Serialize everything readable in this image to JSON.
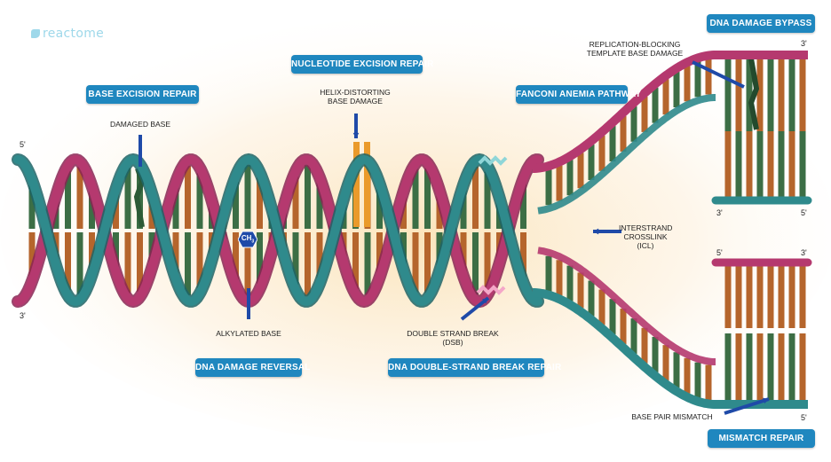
{
  "brand": {
    "name": "reactome"
  },
  "categories": {
    "ber": "BASE EXCISION REPAIR",
    "ner": "NUCLEOTIDE EXCISION REPAIR",
    "fa": "FANCONI ANEMIA PATHWAY",
    "bypass": "DNA DAMAGE BYPASS",
    "reversal": "DNA DAMAGE REVERSAL",
    "dsbr": "DNA DOUBLE-STRAND BREAK REPAIR",
    "mmr": "MISMATCH REPAIR"
  },
  "annotations": {
    "damaged_base": "DAMAGED BASE",
    "helix_1": "HELIX-DISTORTING",
    "helix_2": "BASE DAMAGE",
    "repl_1": "REPLICATION-BLOCKING",
    "repl_2": "TEMPLATE BASE DAMAGE",
    "alkylated": "ALKYLATED BASE",
    "dsb_1": "DOUBLE STRAND BREAK",
    "dsb_2": "(DSB)",
    "icl_1": "INTERSTRAND",
    "icl_2": "CROSSLINK",
    "icl_3": "(ICL)",
    "mismatch": "BASE PAIR MISMATCH",
    "methyl": "CH",
    "methyl_sub": "3"
  },
  "strand_ends": {
    "left_top": "5'",
    "left_bottom": "3'",
    "upper_right_top": "3'",
    "upper_right_bottom_left": "3'",
    "upper_right_bottom_right": "5'",
    "lower_right_top_left": "5'",
    "lower_right_top_right": "3'",
    "lower_right_bottom": "5'"
  },
  "colors": {
    "strand_teal": "#2f8a8c",
    "strand_teal_dark": "#1d6466",
    "strand_magenta": "#b5396f",
    "strand_magenta_dark": "#8a2553",
    "base_green": "#3c6e45",
    "base_orange": "#b5652c",
    "damage_orange": "#ea9a2b",
    "arrow_blue": "#1f4aa8",
    "label_blue": "#1f87bf",
    "glow": "#fbe3b8"
  }
}
